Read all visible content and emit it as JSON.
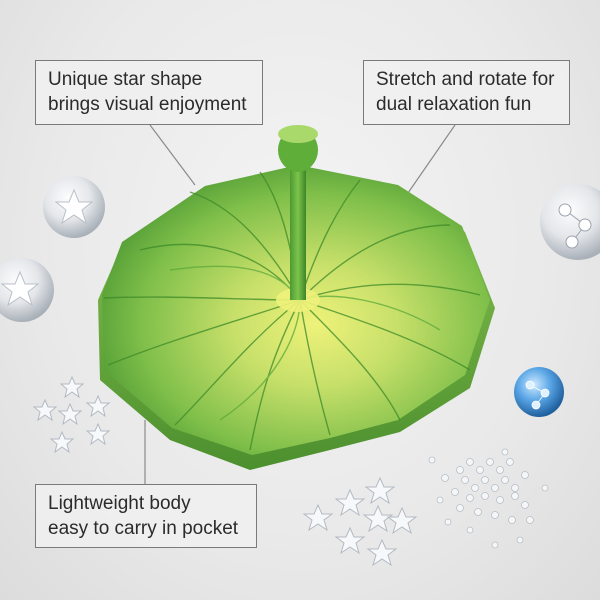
{
  "callouts": {
    "top_left": {
      "line1": "Unique star shape",
      "line2": "brings visual enjoyment"
    },
    "top_right": {
      "line1": "Stretch and rotate for",
      "line2": "dual relaxation fun"
    },
    "bottom_left": {
      "line1": "Lightweight body",
      "line2": "easy to carry in pocket"
    }
  },
  "colors": {
    "toy_light": "#c9e07a",
    "toy_mid": "#7fbf4a",
    "toy_dark": "#3f8f2a",
    "toy_yellow": "#e6e86a",
    "sphere_blue": "#3d8fd6",
    "line": "#8a8a8a"
  },
  "icons": [
    "fidget-star-toy",
    "glass-sphere-star",
    "glass-sphere-molecule",
    "blue-sphere-molecule",
    "crystal-star-beads"
  ]
}
